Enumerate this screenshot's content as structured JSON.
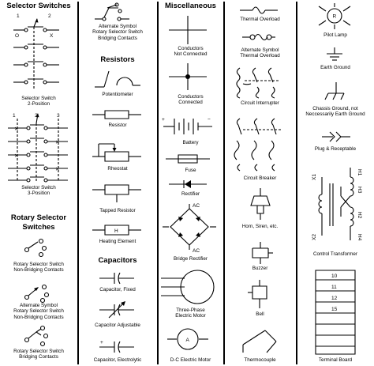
{
  "sections": {
    "selector_switches": "Selector Switches",
    "resistors": "Resistors",
    "miscellaneous": "Miscellaneous",
    "rotary_selector_switches": "Rotary Selector\nSwitches",
    "capacitors": "Capacitors"
  },
  "symbol_texts": {
    "sw_num_1": "1",
    "sw_num_2": "2",
    "sw3_num_1": "1",
    "sw3_num_2": "2",
    "sw3_num_3": "3",
    "pilot_lamp_letter": "R",
    "heating_element_letter": "H",
    "dc_motor_letter": "A",
    "bridge_ac_top": "AC",
    "bridge_ac_bottom": "AC",
    "battery_plus": "+",
    "battery_minus": "−",
    "cap_electrolytic_plus": "+",
    "xfmr_x1": "X1",
    "xfmr_x2": "X2",
    "xfmr_h1": "H1",
    "xfmr_h2": "H2",
    "xfmr_h3": "H3",
    "xfmr_h4": "H4"
  },
  "labels": {
    "selector_switch_2": "Selector Switch\n2-Position",
    "selector_switch_3": "Selector Switch\n3-Position",
    "rotary_non_bridging": "Rotary Selector Switch\nNon-Bridging Contacts",
    "alt_non_bridging": "Alternate Symbol\nRotary Selector Switch\nNon-Bridging Contacts",
    "rotary_bridging": "Rotary Selector Switch\nBridging Contacts",
    "alt_bridging": "Alternate Symbol\nRotary Selector Switch\nBridging Contacts",
    "potentiometer": "Potentiometer",
    "resistor": "Resistor",
    "rheostat": "Rheostat",
    "tapped_resistor": "Tapped Resistor",
    "heating_element": "Heating Element",
    "capacitor_fixed": "Capacitor, Fixed",
    "capacitor_adjustable": "Capacitor Adjustable",
    "capacitor_electrolytic": "Capacitor, Electrolytic",
    "conductors_not_connected": "Conductors\nNot Connected",
    "conductors_connected": "Conductors\nConnected",
    "battery": "Battery",
    "fuse": "Fuse",
    "rectifier": "Rectifier",
    "bridge_rectifier": "Bridge Rectifier",
    "three_phase_motor": "Three-Phase\nElectric Motor",
    "dc_motor": "D-C Electric Motor",
    "thermal_overload": "Thermal Overload",
    "alt_thermal_overload": "Alternate Symbol\nThermal Overload",
    "circuit_interrupter": "Circuit Interrupter",
    "circuit_breaker": "Circuit Breaker",
    "horn_siren": "Horn, Siren, etc.",
    "buzzer": "Buzzer",
    "bell": "Bell",
    "thermocouple": "Thermocouple",
    "pilot_lamp": "Pilot Lamp",
    "earth_ground": "Earth Ground",
    "chassis_ground": "Chassis Ground, not\nNeccessarily Earth Ground",
    "plug_receptacle": "Plug & Receptable",
    "control_transformer": "Control Transformer",
    "terminal_board": "Terminal Board"
  },
  "terminal_board_numbers": [
    "10",
    "11",
    "12",
    "15"
  ]
}
